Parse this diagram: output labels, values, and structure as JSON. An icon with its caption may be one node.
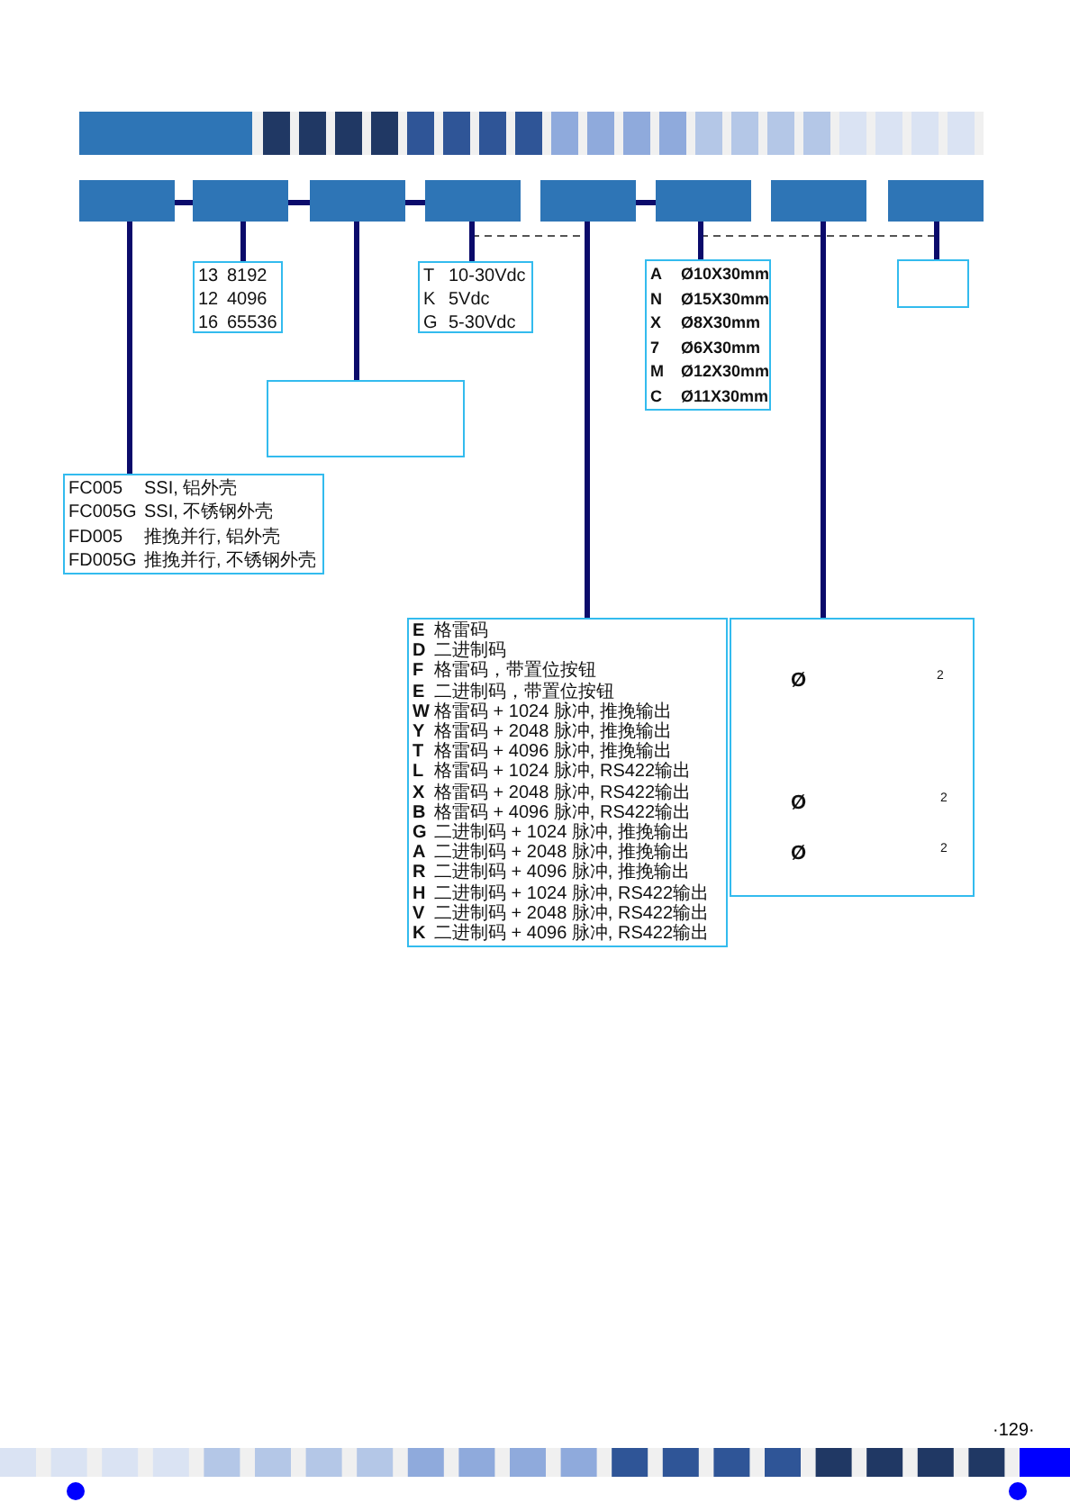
{
  "diagram": {
    "nodes": [
      {
        "text": [],
        "shape": "box"
      },
      {
        "text": [],
        "shape": "box"
      },
      {
        "text": [],
        "shape": "box"
      },
      {
        "text": [],
        "shape": "box"
      },
      {
        "text": [],
        "shape": "box"
      },
      {
        "text": [],
        "shape": "box"
      },
      {
        "text": [],
        "shape": "box"
      },
      {
        "text": [],
        "shape": "box"
      },
      {
        "text": [
          "13",
          "8192",
          "12",
          "4096",
          "16",
          "65536"
        ]
      },
      {
        "text": [
          "T",
          "10-30Vdc",
          "K",
          "5Vdc",
          "G",
          "5-30Vdc"
        ]
      },
      {
        "text": [
          "A",
          "Ø10X30mm",
          "N",
          "Ø15X30mm",
          "X",
          "Ø8X30mm",
          "7",
          "Ø6X30mm",
          "M",
          "Ø12X30mm",
          "C",
          "Ø11X30mm"
        ]
      },
      {
        "text": [],
        "shape": "box"
      },
      {
        "text": [],
        "shape": "box"
      },
      {
        "text": [
          "FC005",
          "SSI, 铝外壳",
          "FC005G",
          "SSI, 不锈钢外壳",
          "FD005",
          "推挽并行, 铝外壳",
          "FD005G",
          "推挽并行, 不锈钢外壳"
        ]
      },
      {
        "text": [
          "E",
          "格雷码",
          "D",
          "二进制码",
          "F",
          "格雷码，带置位按钮",
          "E",
          "二进制码，带置位按钮",
          "W",
          "格雷码 + 1024 脉冲, 推挽输出",
          "Y",
          "格雷码 + 2048 脉冲, 推挽输出",
          "T",
          "格雷码 + 4096 脉冲, 推挽输出",
          "L",
          "格雷码 + 1024 脉冲, RS422输出",
          "X",
          "格雷码 + 2048 脉冲, RS422输出",
          "B",
          "格雷码 + 4096 脉冲, RS422输出",
          "G",
          "二进制码 + 1024 脉冲, 推挽输出",
          "A",
          "二进制码 + 2048 脉冲, 推挽输出",
          "R",
          "二进制码 + 4096 脉冲, 推挽输出",
          "H",
          "二进制码 + 1024 脉冲, RS422输出",
          "V",
          "二进制码 + 2048 脉冲, RS422输出",
          "K",
          "二进制码 + 4096 脉冲, RS422输出"
        ]
      },
      {
        "text": [
          "Ø",
          "2",
          "Ø",
          "2",
          "Ø",
          "2"
        ]
      }
    ],
    "edges": [
      {
        "from": 0,
        "to": 1,
        "arrow": "none"
      },
      {
        "from": 1,
        "to": 2,
        "arrow": "none"
      },
      {
        "from": 2,
        "to": 3,
        "arrow": "none"
      },
      {
        "from": 4,
        "to": 5,
        "arrow": "none"
      },
      {
        "from": 0,
        "to": 13,
        "arrow": "none"
      },
      {
        "from": 1,
        "to": 8,
        "arrow": "none"
      },
      {
        "from": 2,
        "to": 12,
        "arrow": "none"
      },
      {
        "from": 3,
        "to": 9,
        "arrow": "none"
      },
      {
        "from": 4,
        "to": 14,
        "arrow": "none"
      },
      {
        "from": 5,
        "to": 10,
        "arrow": "none"
      },
      {
        "from": 6,
        "to": 15,
        "arrow": "none"
      },
      {
        "from": 7,
        "to": 11,
        "arrow": "none"
      }
    ],
    "labels": [
      "·129·"
    ]
  }
}
